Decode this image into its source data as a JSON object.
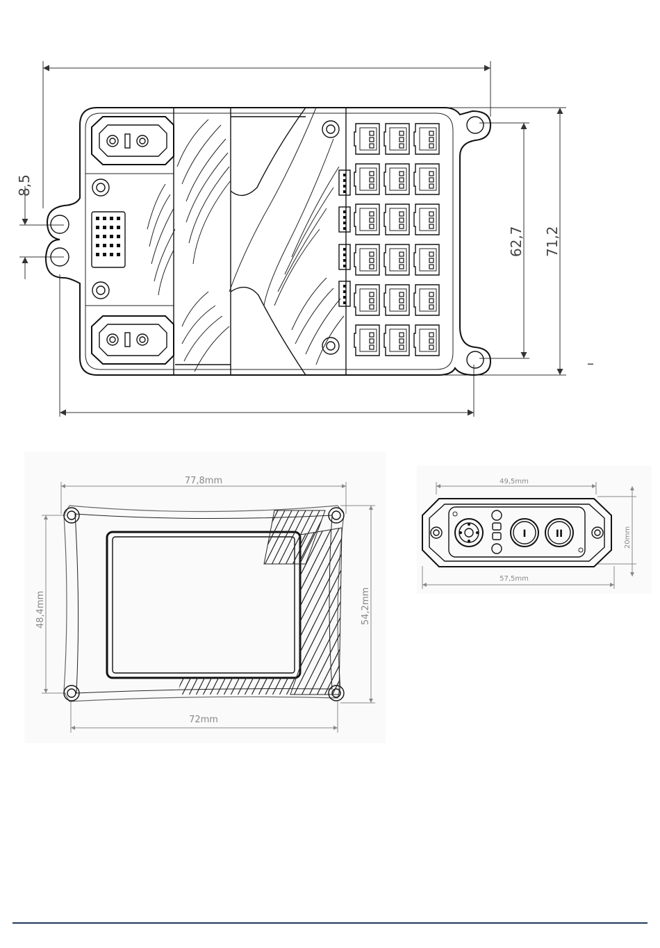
{
  "top_view": {
    "dim_top_width": "",
    "dim_bottom_width": "",
    "dim_left_offset": "8,5",
    "dim_hole_spacing": "62,7",
    "dim_height": "71,2",
    "dim_stray_mark": "–"
  },
  "front_panel": {
    "dim_top": "77,8mm",
    "dim_bottom": "72mm",
    "dim_left": "48,4mm",
    "dim_right": "54,2mm"
  },
  "switch_panel": {
    "dim_top": "49,5mm",
    "dim_bottom": "57,5mm",
    "dim_right": "20mm",
    "button_1": "I",
    "button_2": "II"
  },
  "colors": {
    "line": "#111111",
    "grey_line": "#888888",
    "footer_rule": "#1f3b57"
  }
}
